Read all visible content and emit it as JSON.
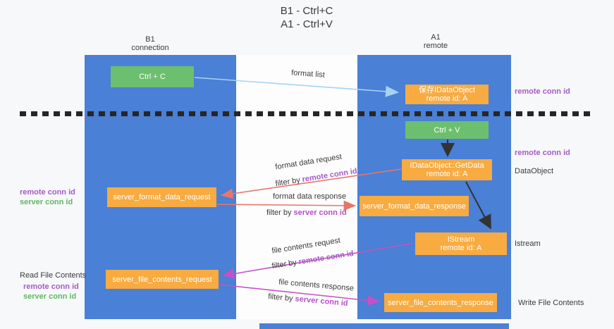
{
  "title": {
    "line1": "B1 - Ctrl+C",
    "line2": "A1 - Ctrl+V"
  },
  "lanes": {
    "left": {
      "header_line1": "B1",
      "header_line2": "connection"
    },
    "right": {
      "header_line1": "A1",
      "header_line2": "remote"
    }
  },
  "nodes": {
    "ctrl_c": {
      "label": "Ctrl + C"
    },
    "ctrl_v": {
      "label": "Ctrl + V"
    },
    "save_idataobject": {
      "line1": "保存IDataObject",
      "line2": "remote id: A"
    },
    "getdata": {
      "line1": "IDataObject::GetData",
      "line2": "remote id: A"
    },
    "istream": {
      "line1": "IStream",
      "line2": "remote id: A"
    },
    "format_request": {
      "label": "server_format_data_request"
    },
    "format_response": {
      "label": "server_format_data_response"
    },
    "file_request": {
      "label": "server_file_contents_request"
    },
    "file_response": {
      "label": "server_file_contents_response"
    }
  },
  "labels": {
    "format_list": "format list",
    "format_data_request": "format data request",
    "format_data_response": "format data response",
    "file_contents_request": "file contents request",
    "file_contents_response": "file contents response",
    "filter_by": "filter by",
    "remote_conn_id": "remote conn id",
    "server_conn_id": "server conn id",
    "dataobject": "DataObject",
    "istream": "Istream",
    "read_file_contents": "Read File Contents",
    "write_file_contents": "Write File Contents"
  },
  "colors": {
    "lane_blue": "#4a80d5",
    "node_green": "#6cbf6e",
    "node_orange": "#f8ab40",
    "arrow_lightblue": "#a6d3f2",
    "arrow_salmon": "#e8756b",
    "arrow_magenta": "#c651c6",
    "arrow_black": "#333333",
    "label_purple": "#a45bc8",
    "label_green": "#5eb763",
    "label_magenta": "#b44fc8"
  }
}
